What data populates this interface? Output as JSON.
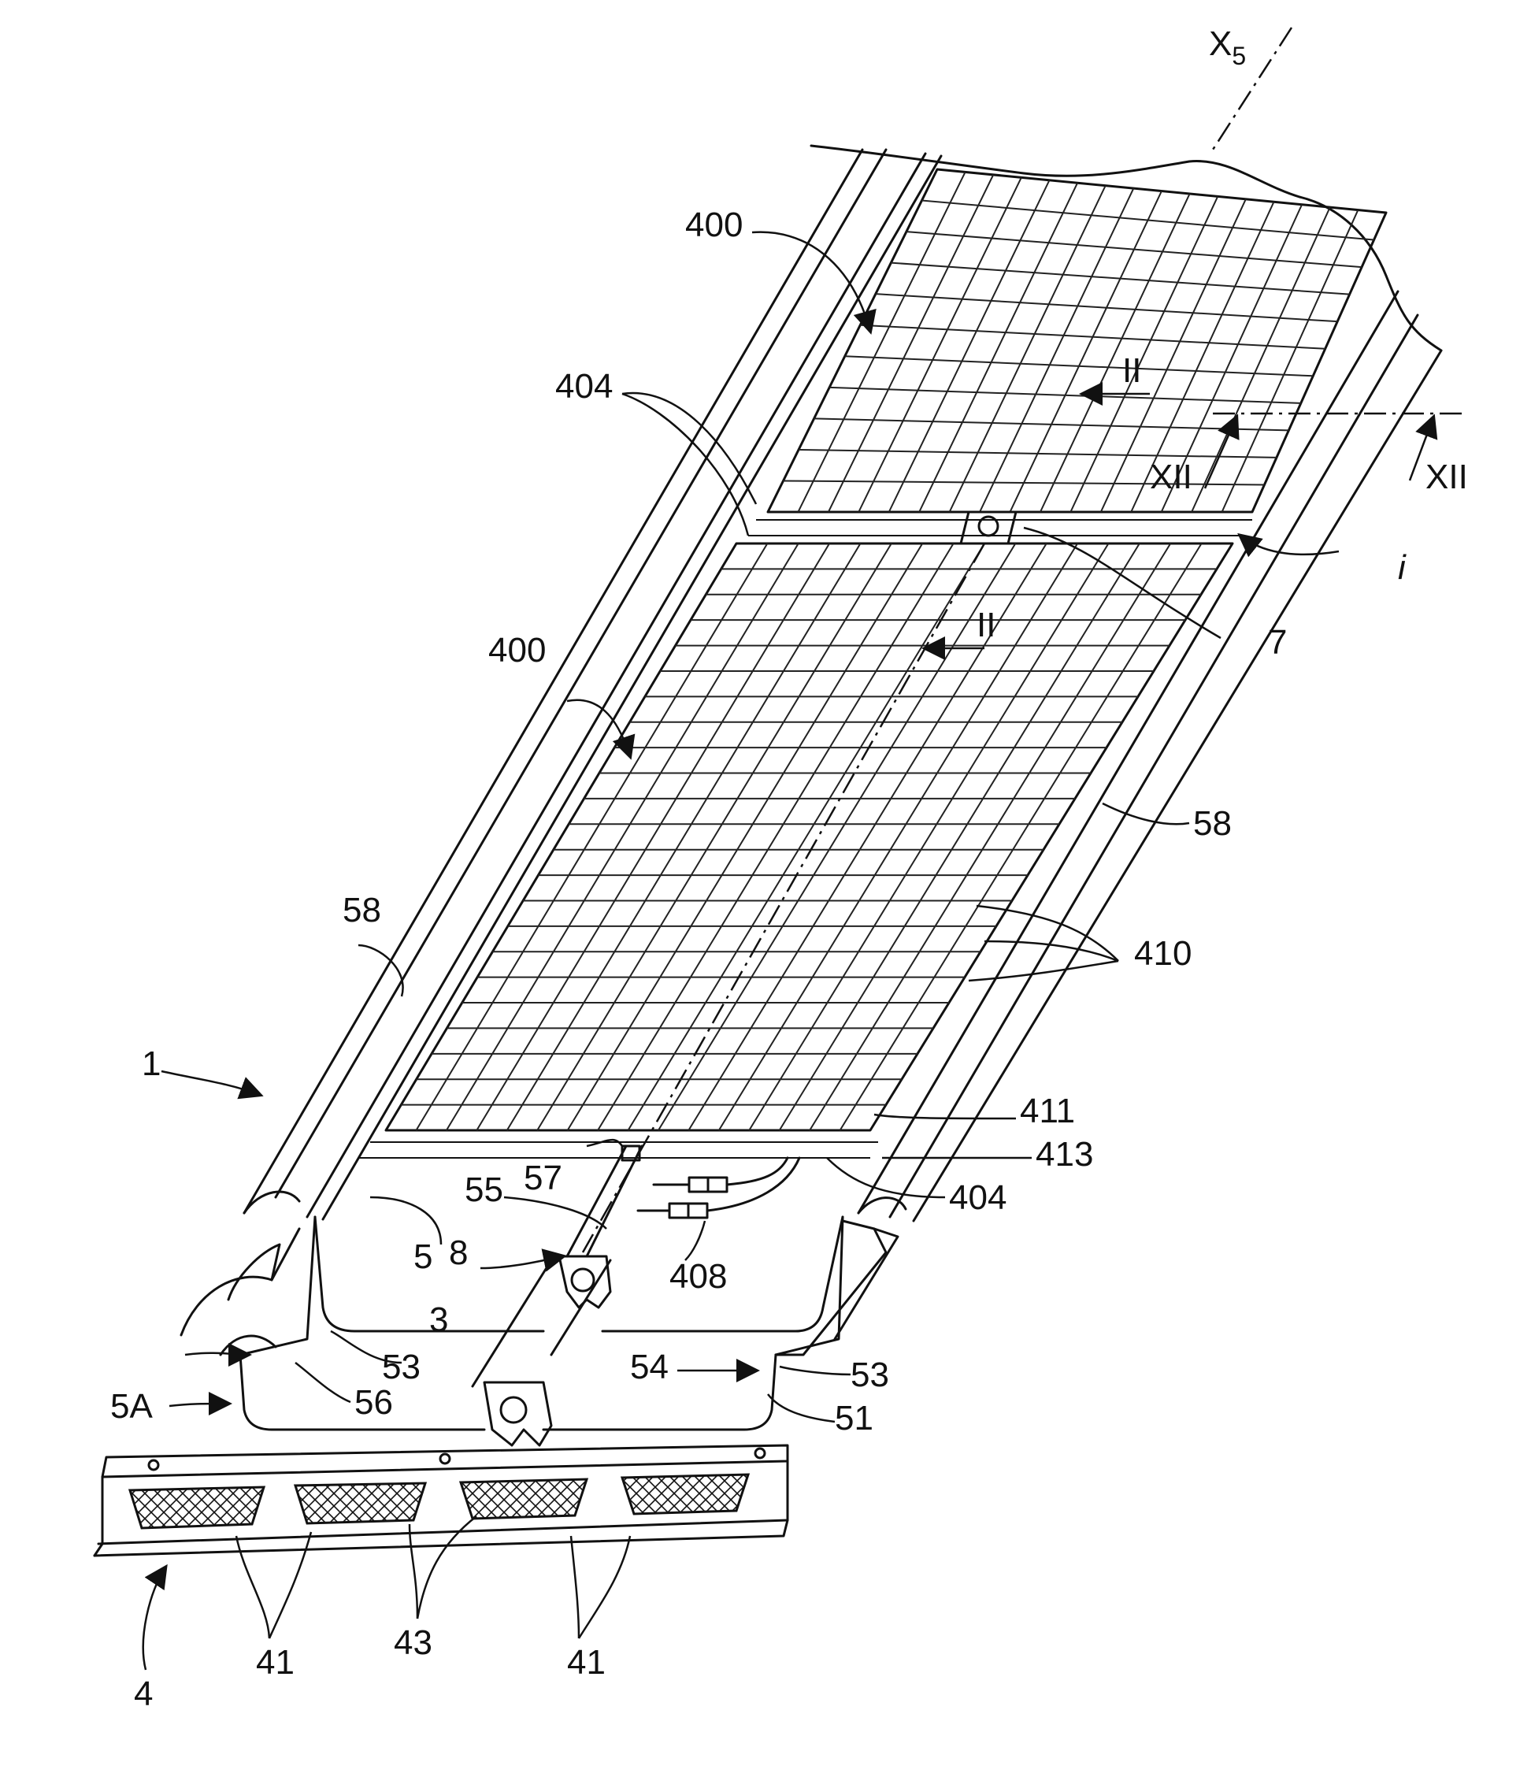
{
  "figure": {
    "axis_label": "X",
    "axis_subscript": "5",
    "labels": {
      "ref_1": "1",
      "ref_3": "3",
      "ref_4": "4",
      "ref_5": "5",
      "ref_5a": "5A",
      "ref_7": "7",
      "ref_8": "8",
      "ref_41_left": "41",
      "ref_41_right": "41",
      "ref_43": "43",
      "ref_51": "51",
      "ref_53_left": "53",
      "ref_53_right": "53",
      "ref_54": "54",
      "ref_55": "55",
      "ref_56": "56",
      "ref_57": "57",
      "ref_58_left": "58",
      "ref_58_right": "58",
      "ref_400_top": "400",
      "ref_400_mid": "400",
      "ref_404_top": "404",
      "ref_404_bottom": "404",
      "ref_408": "408",
      "ref_410": "410",
      "ref_411": "411",
      "ref_413": "413",
      "ref_i": "i",
      "section_ii_top": "II",
      "section_ii_bottom": "II",
      "section_xii_left": "XII",
      "section_xii_right": "XII"
    }
  }
}
